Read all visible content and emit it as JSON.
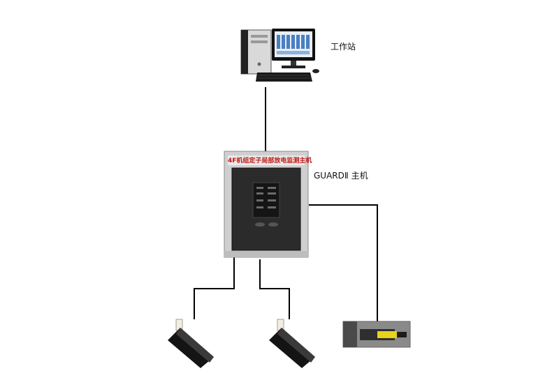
{
  "workstation": {
    "label": "工作站"
  },
  "host": {
    "label": "GUARDⅡ 主机",
    "panel_title": "4F机组定子局部放电监测主机"
  },
  "bottom_label_partial": "",
  "icons": [
    "computer-icon",
    "monitor-icon",
    "keyboard-icon",
    "mouse-icon",
    "sensor-icon",
    "coupler-icon"
  ],
  "colors": {
    "line": "#000000",
    "host_panel": "#2b2b2b",
    "host_title": "#c01818"
  }
}
